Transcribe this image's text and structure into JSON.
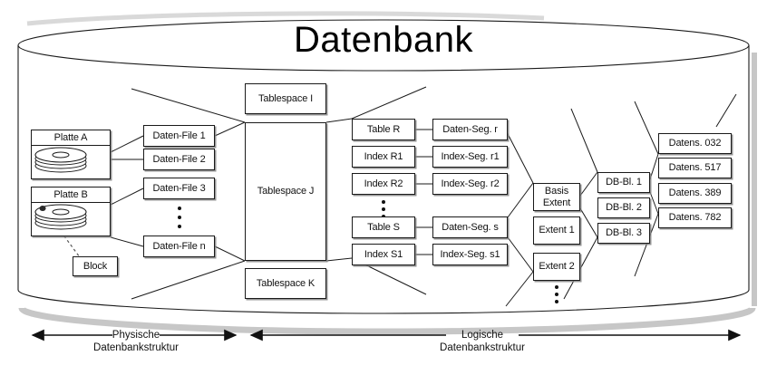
{
  "title": "Datenbank",
  "disks": [
    {
      "label": "Platte A",
      "icon": "disk-platter-icon"
    },
    {
      "label": "Platte B",
      "icon": "disk-platter-icon"
    }
  ],
  "block": {
    "label": "Block"
  },
  "data_files": [
    {
      "label": "Daten-File 1"
    },
    {
      "label": "Daten-File 2"
    },
    {
      "label": "Daten-File 3"
    },
    {
      "label": "Daten-File n"
    }
  ],
  "tablespaces": [
    {
      "label": "Tablespace I"
    },
    {
      "label": "Tablespace J"
    },
    {
      "label": "Tablespace K"
    }
  ],
  "tables": [
    {
      "label": "Table R"
    },
    {
      "label": "Index R1"
    },
    {
      "label": "Index R2"
    },
    {
      "label": "Table S"
    },
    {
      "label": "Index S1"
    }
  ],
  "segments": [
    {
      "label": "Daten-Seg. r"
    },
    {
      "label": "Index-Seg. r1"
    },
    {
      "label": "Index-Seg. r2"
    },
    {
      "label": "Daten-Seg. s"
    },
    {
      "label": "Index-Seg. s1"
    }
  ],
  "extents": [
    {
      "line1": "Basis",
      "line2": "Extent"
    },
    {
      "label": "Extent 1"
    },
    {
      "label": "Extent 2"
    }
  ],
  "db_blocks": [
    {
      "label": "DB-Bl. 1"
    },
    {
      "label": "DB-Bl. 2"
    },
    {
      "label": "DB-Bl. 3"
    }
  ],
  "records": [
    {
      "label": "Datens. 032"
    },
    {
      "label": "Datens. 517"
    },
    {
      "label": "Datens. 389"
    },
    {
      "label": "Datens. 782"
    }
  ],
  "axes": [
    {
      "line1": "Physische",
      "line2": "Datenbankstruktur"
    },
    {
      "line1": "Logische",
      "line2": "Datenbankstruktur"
    }
  ],
  "colors": {
    "stroke": "#1a1a1a",
    "shadow": "#828282",
    "background": "#ffffff",
    "text": "#111111"
  }
}
